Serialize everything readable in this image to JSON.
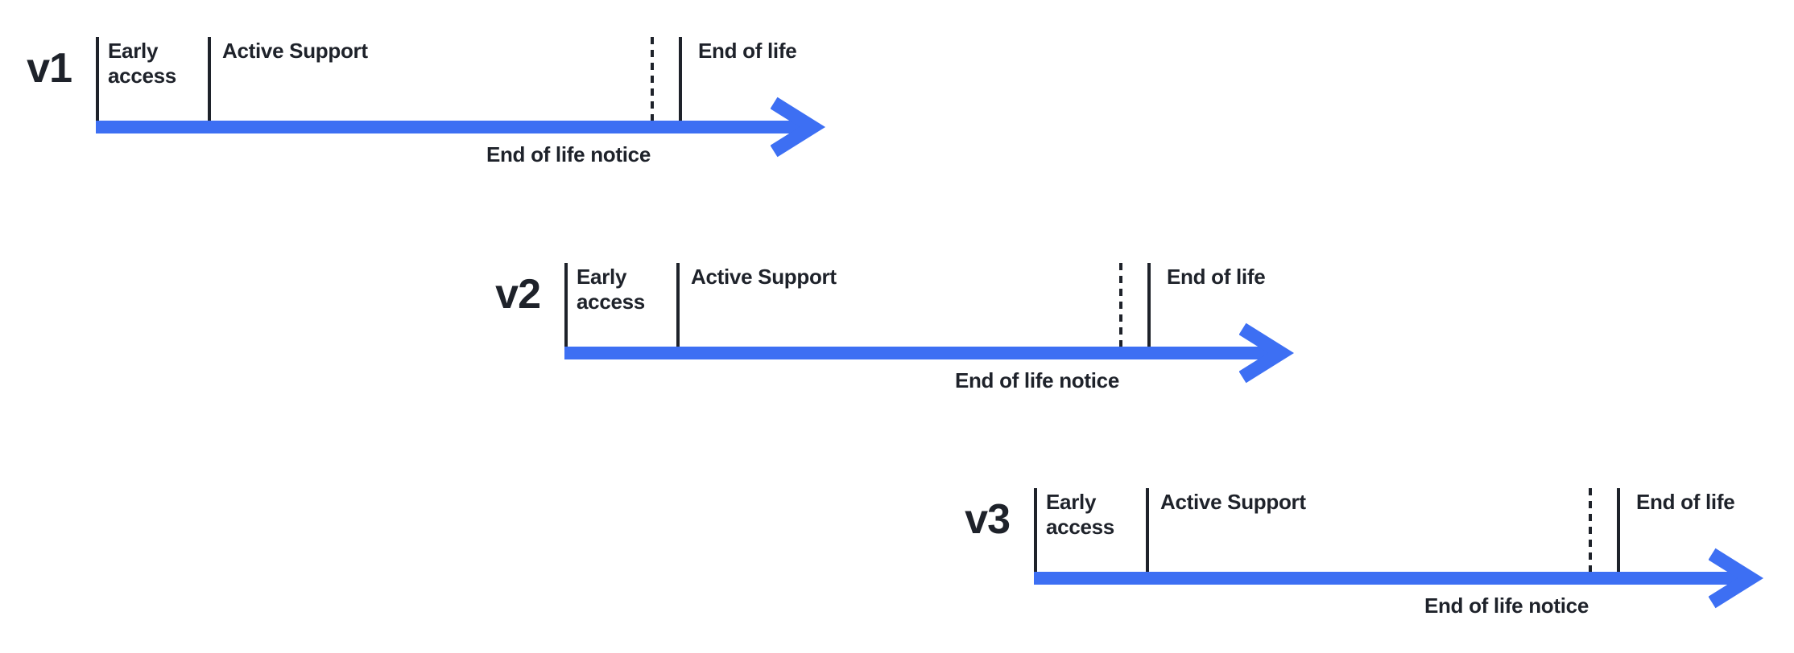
{
  "diagram": {
    "background_color": "#ffffff",
    "accent_color": "#3d6ff3",
    "ink_color": "#1e222a"
  },
  "timelines": [
    {
      "version": "v1",
      "early_access": "Early access",
      "active_support": "Active Support",
      "end_of_life": "End of life",
      "end_of_life_notice": "End of life notice"
    },
    {
      "version": "v2",
      "early_access": "Early access",
      "active_support": "Active Support",
      "end_of_life": "End of life",
      "end_of_life_notice": "End of life notice"
    },
    {
      "version": "v3",
      "early_access": "Early access",
      "active_support": "Active Support",
      "end_of_life": "End of life",
      "end_of_life_notice": "End of life notice"
    }
  ]
}
